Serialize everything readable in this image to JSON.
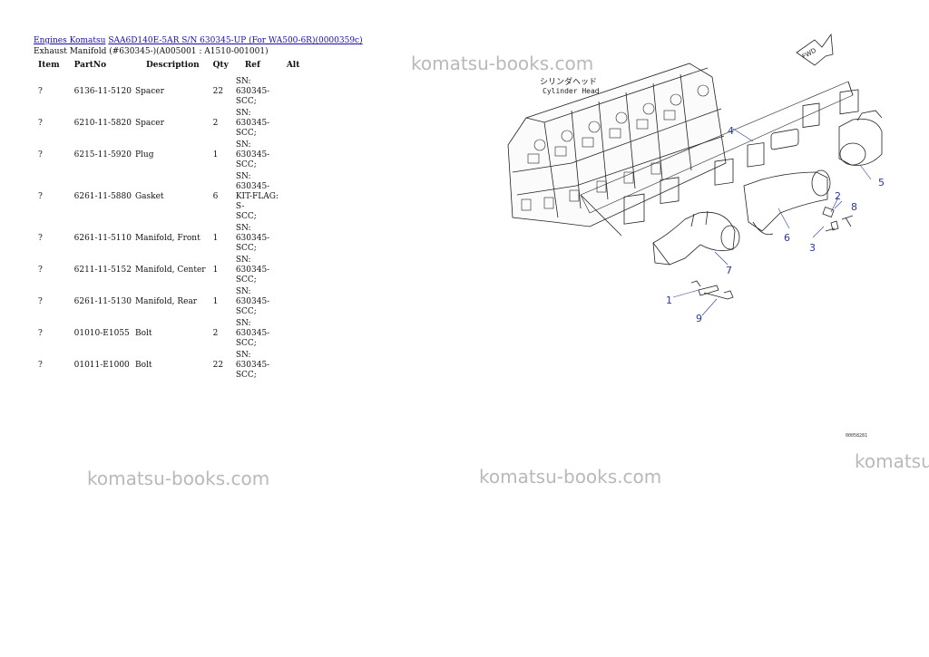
{
  "breadcrumb": {
    "link1": "Engines Komatsu",
    "link2": "SAA6D140E-5AR S/N 630345-UP (For WA500-6R)(0000359c)"
  },
  "subtitle": "Exhaust Manifold (#630345-)(A005001 : A1510-001001)",
  "table": {
    "headers": {
      "item": "Item",
      "partno": "PartNo",
      "description": "Description",
      "qty": "Qty",
      "ref": "Ref",
      "alt": "Alt"
    },
    "rows": [
      {
        "item": "?",
        "partno": "6136-11-5120",
        "description": "Spacer",
        "qty": "22",
        "ref": [
          "SN: 630345-",
          "SCC;"
        ]
      },
      {
        "item": "?",
        "partno": "6210-11-5820",
        "description": "Spacer",
        "qty": "2",
        "ref": [
          "SN: 630345-",
          "SCC;"
        ]
      },
      {
        "item": "?",
        "partno": "6215-11-5920",
        "description": "Plug",
        "qty": "1",
        "ref": [
          "SN: 630345-",
          "SCC;"
        ]
      },
      {
        "item": "?",
        "partno": "6261-11-5880",
        "description": "Gasket",
        "qty": "6",
        "ref": [
          "SN: 630345-",
          "KIT-FLAG: S-",
          "SCC;"
        ]
      },
      {
        "item": "?",
        "partno": "6261-11-5110",
        "description": "Manifold, Front",
        "qty": "1",
        "ref": [
          "SN: 630345-",
          "SCC;"
        ]
      },
      {
        "item": "?",
        "partno": "6211-11-5152",
        "description": "Manifold, Center",
        "qty": "1",
        "ref": [
          "SN: 630345-",
          "SCC;"
        ]
      },
      {
        "item": "?",
        "partno": "6261-11-5130",
        "description": "Manifold, Rear",
        "qty": "1",
        "ref": [
          "SN: 630345-",
          "SCC;"
        ]
      },
      {
        "item": "?",
        "partno": "01010-E1055",
        "description": "Bolt",
        "qty": "2",
        "ref": [
          "SN: 630345-",
          "SCC;"
        ]
      },
      {
        "item": "?",
        "partno": "01011-E1000",
        "description": "Bolt",
        "qty": "22",
        "ref": [
          "SN: 630345-",
          "SCC;"
        ]
      }
    ]
  },
  "watermark": "komatsu-books.com",
  "watermark_partial": "komatsu",
  "diagram": {
    "label_jp": "シリンダヘッド",
    "label_en": "Cylinder Head",
    "fwd": "FWD",
    "callouts": [
      "1",
      "2",
      "3",
      "4",
      "5",
      "6",
      "7",
      "8",
      "9"
    ],
    "code": "00058281",
    "callout_color": "#2a3a9a"
  }
}
